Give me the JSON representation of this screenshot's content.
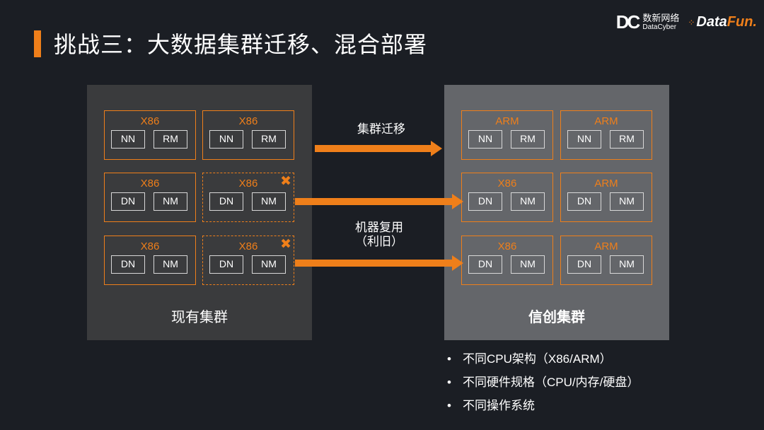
{
  "title": "挑战三：大数据集群迁移、混合部署",
  "logos": {
    "datacyber_mark": "DC",
    "datacyber_cn": "数新网络",
    "datacyber_en": "DataCyber",
    "datafun_dots": "⁘",
    "datafun_a": "Data",
    "datafun_b": "Fun."
  },
  "left_panel": {
    "label": "现有集群",
    "nodes": [
      {
        "type": "X86",
        "a": "NN",
        "b": "RM",
        "mark": ""
      },
      {
        "type": "X86",
        "a": "NN",
        "b": "RM",
        "mark": ""
      },
      {
        "type": "X86",
        "a": "DN",
        "b": "NM",
        "mark": ""
      },
      {
        "type": "X86",
        "a": "DN",
        "b": "NM",
        "mark": "✖"
      },
      {
        "type": "X86",
        "a": "DN",
        "b": "NM",
        "mark": ""
      },
      {
        "type": "X86",
        "a": "DN",
        "b": "NM",
        "mark": "✖"
      }
    ]
  },
  "right_panel": {
    "label": "信创集群",
    "nodes": [
      {
        "type": "ARM",
        "a": "NN",
        "b": "RM"
      },
      {
        "type": "ARM",
        "a": "NN",
        "b": "RM"
      },
      {
        "type": "X86",
        "a": "DN",
        "b": "NM"
      },
      {
        "type": "ARM",
        "a": "DN",
        "b": "NM"
      },
      {
        "type": "X86",
        "a": "DN",
        "b": "NM"
      },
      {
        "type": "ARM",
        "a": "DN",
        "b": "NM"
      }
    ]
  },
  "arrows": {
    "migration_label": "集群迁移",
    "reuse_label_line1": "机器复用",
    "reuse_label_line2": "（利旧）"
  },
  "bullets": [
    "不同CPU架构（X86/ARM）",
    "不同硬件规格（CPU/内存/硬盘）",
    "不同操作系统"
  ],
  "colors": {
    "accent": "#ef7f1a",
    "background": "#1b1e24",
    "left_panel": "#3a3b3d",
    "right_panel": "#64666a"
  }
}
